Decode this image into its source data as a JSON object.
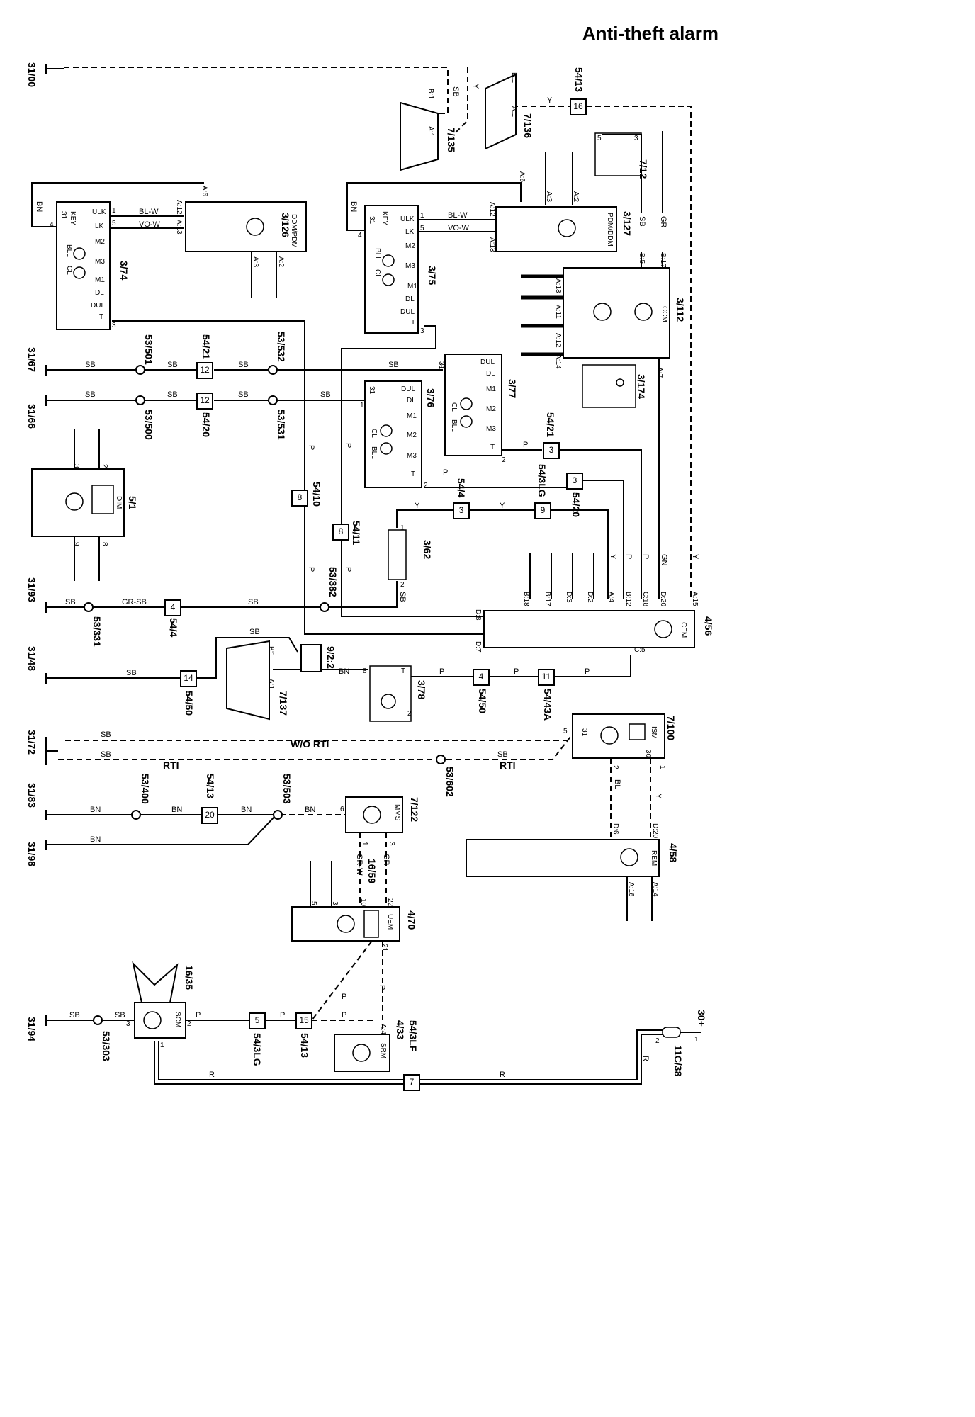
{
  "title": "Anti-theft alarm",
  "grounds": [
    "31/00",
    "31/67",
    "31/66",
    "31/93",
    "31/48",
    "31/72",
    "31/83",
    "31/98",
    "31/94"
  ],
  "power": "30+",
  "components": {
    "ddm": {
      "id": "3/126",
      "name": "DDM/PDM",
      "pins": [
        "A:6",
        "A:12",
        "A:13",
        "A:3",
        "A:2"
      ]
    },
    "pdm": {
      "id": "3/127",
      "name": "PDM/DDM",
      "pins": [
        "A:6",
        "A:12",
        "A:13",
        "A:3",
        "A:2"
      ]
    },
    "lock_front_left": {
      "id": "3/74",
      "labels": [
        "KEY",
        "ULK",
        "LK",
        "M2",
        "M3",
        "M1",
        "DL",
        "DUL",
        "T",
        "BLL",
        "CL"
      ],
      "pins": [
        "31",
        "4",
        "1",
        "5",
        "3"
      ]
    },
    "lock_front_right": {
      "id": "3/75",
      "labels": [
        "KEY",
        "ULK",
        "LK",
        "M2",
        "M3",
        "M1",
        "DL",
        "DUL",
        "T",
        "BLL",
        "CL"
      ],
      "pins": [
        "31",
        "4",
        "1",
        "5",
        "3"
      ]
    },
    "lock_rear_left": {
      "id": "3/76",
      "labels": [
        "DUL",
        "DL",
        "M1",
        "M2",
        "M3",
        "T",
        "CL",
        "BLL"
      ],
      "pins": [
        "31",
        "1",
        "2"
      ]
    },
    "lock_rear_right": {
      "id": "3/77",
      "labels": [
        "DUL",
        "DL",
        "M1",
        "M2",
        "M3",
        "T",
        "CL",
        "BLL"
      ],
      "pins": [
        "31",
        "1",
        "2"
      ]
    },
    "ccm": {
      "id": "3/112",
      "name": "CCM",
      "pins": [
        "B:5",
        "B:17",
        "A:13",
        "A:11",
        "A:12",
        "A:14",
        "A:7"
      ]
    },
    "switch_3_174": {
      "id": "3/174"
    },
    "diode_7_12": {
      "id": "7/12",
      "pins": [
        "5",
        "3"
      ]
    },
    "cem": {
      "id": "4/56",
      "name": "CEM",
      "pins": [
        "D:8",
        "D:7",
        "B:18",
        "B:17",
        "D:3",
        "D:2",
        "A:4",
        "B:12",
        "C:18",
        "D:20",
        "A:15",
        "C:5"
      ]
    },
    "dim": {
      "id": "5/1",
      "name": "DIM",
      "pins": [
        "3",
        "2",
        "9",
        "8"
      ]
    },
    "switch_3_62": {
      "id": "3/62",
      "pins": [
        "1",
        "2"
      ]
    },
    "sensor_7_135": {
      "id": "7/135",
      "pins": [
        "B:1",
        "A:1"
      ]
    },
    "sensor_7_136": {
      "id": "7/136",
      "pins": [
        "B:1",
        "A:1"
      ]
    },
    "sensor_7_137": {
      "id": "7/137",
      "pins": [
        "B:1",
        "A:1"
      ]
    },
    "relay_9_2_2": {
      "id": "9/2:2"
    },
    "motor_3_78": {
      "id": "3/78",
      "pins": [
        "8",
        "T",
        "2"
      ]
    },
    "ism": {
      "id": "7/100",
      "name": "ISM",
      "pins": [
        "5",
        "31",
        "2",
        "30",
        "1"
      ]
    },
    "mms": {
      "id": "7/122",
      "name": "MMS",
      "pins": [
        "6",
        "1",
        "3"
      ]
    },
    "rem": {
      "id": "4/58",
      "name": "REM",
      "pins": [
        "D:6",
        "D:20",
        "A:16",
        "A:14"
      ]
    },
    "uem": {
      "id": "4/70",
      "name": "UEM",
      "pins": [
        "5",
        "3",
        "10",
        "22",
        "21"
      ]
    },
    "scm": {
      "id": "16/35",
      "name": "SCM",
      "pins": [
        "3",
        "2",
        "1"
      ]
    },
    "srm": {
      "id": "4/33",
      "name": "SRM",
      "pins": [
        "A:4"
      ]
    },
    "fuse": {
      "id": "11C/38",
      "pins": [
        "1",
        "2"
      ]
    }
  },
  "connectors": [
    {
      "label": "16",
      "id": "54/13"
    },
    {
      "label": "12",
      "id": "54/21"
    },
    {
      "label": "12",
      "id": "54/20"
    },
    {
      "label": "8",
      "id": "54/10"
    },
    {
      "label": "8",
      "id": "54/11"
    },
    {
      "label": "3",
      "id": "54/4"
    },
    {
      "label": "9",
      "id": "54/3LG"
    },
    {
      "label": "3",
      "id": "54/21"
    },
    {
      "label": "3",
      "id": "54/20"
    },
    {
      "label": "4",
      "id": "54/4"
    },
    {
      "label": "14",
      "id": "54/50"
    },
    {
      "label": "4",
      "id": "54/50"
    },
    {
      "label": "11",
      "id": "54/43A"
    },
    {
      "label": "20",
      "id": "54/13"
    },
    {
      "label": "5",
      "id": "54/3LG"
    },
    {
      "label": "15",
      "id": "54/13"
    },
    {
      "label": "7",
      "id": "54/3LF"
    }
  ],
  "splices": [
    "53/501",
    "53/532",
    "53/500",
    "53/531",
    "53/382",
    "53/331",
    "53/602",
    "53/400",
    "53/503",
    "53/303"
  ],
  "annotations": {
    "wo_rti": "W/O RTI",
    "rti": "RTI",
    "harness": "16/59"
  },
  "colors": [
    "SB",
    "Y",
    "BN",
    "BL-W",
    "VO-W",
    "GR",
    "P",
    "GR-SB",
    "GN",
    "BL",
    "GR-W",
    "R"
  ]
}
